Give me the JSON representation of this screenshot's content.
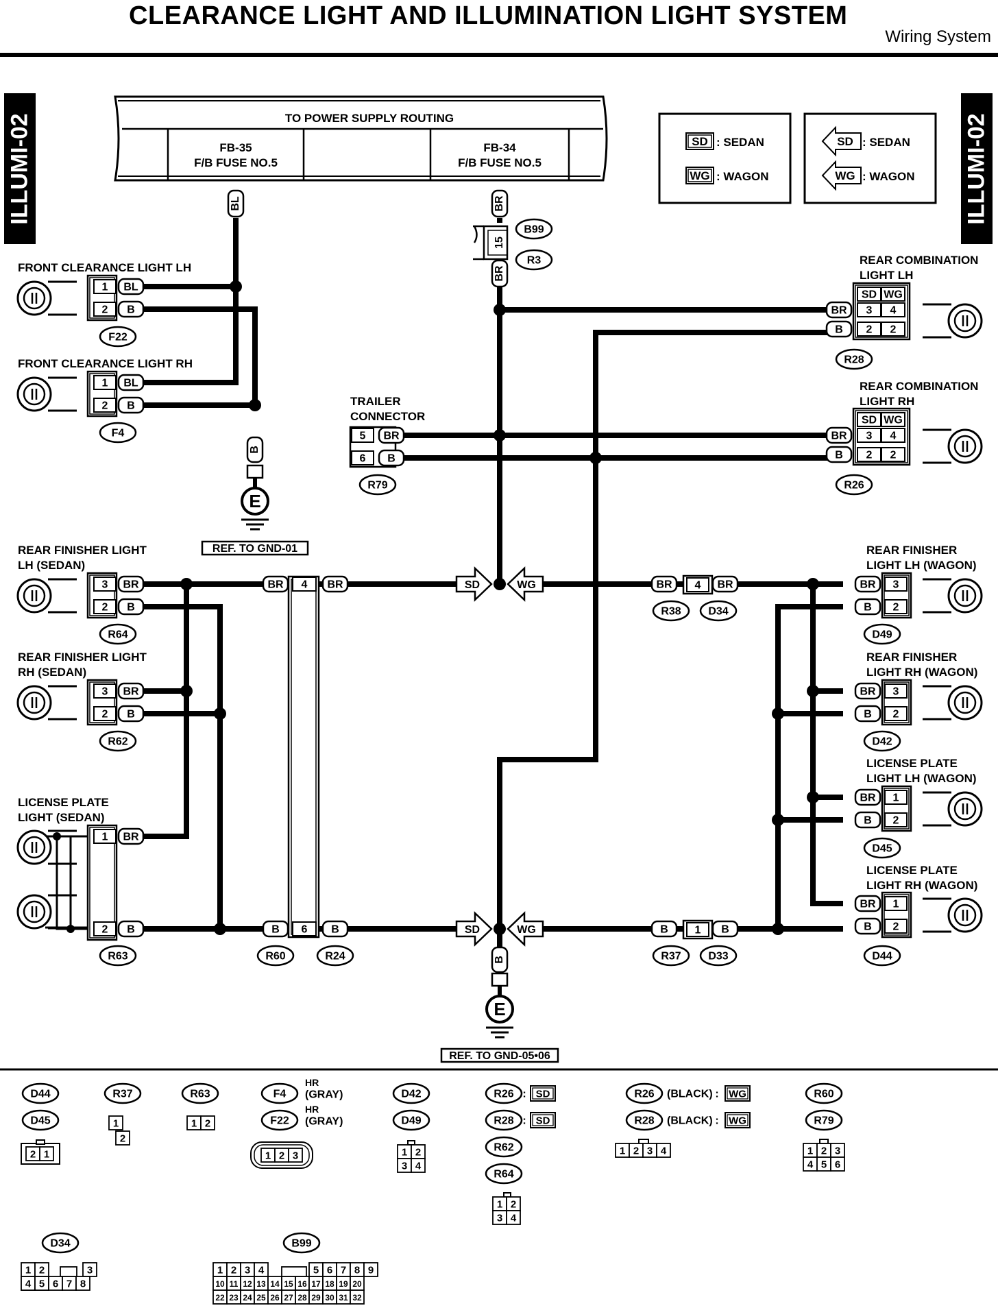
{
  "header": {
    "title": "CLEARANCE LIGHT AND ILLUMINATION LIGHT SYSTEM",
    "subtitle": "Wiring System"
  },
  "page_tabs": {
    "left": "ILLUMI-02",
    "right": "ILLUMI-02"
  },
  "power_box": {
    "title": "TO POWER SUPPLY ROUTING",
    "left_id": "FB-35",
    "left_name": "F/B FUSE NO.5",
    "right_id": "FB-34",
    "right_name": "F/B FUSE NO.5"
  },
  "legend": {
    "sd_code": "SD",
    "sd_text": ": SEDAN",
    "wg_code": "WG",
    "wg_text": ": WAGON"
  },
  "components": {
    "front_lh": "FRONT CLEARANCE LIGHT LH",
    "front_rh": "FRONT CLEARANCE LIGHT RH",
    "trailer_1": "TRAILER",
    "trailer_2": "CONNECTOR",
    "rear_combo_lh_1": "REAR COMBINATION",
    "rear_combo_lh_2": "LIGHT LH",
    "rear_combo_rh_1": "REAR COMBINATION",
    "rear_combo_rh_2": "LIGHT RH",
    "rear_fin_lh_sedan_1": "REAR FINISHER LIGHT",
    "rear_fin_lh_sedan_2": "LH (SEDAN)",
    "rear_fin_rh_sedan_1": "REAR FINISHER LIGHT",
    "rear_fin_rh_sedan_2": "RH (SEDAN)",
    "license_sedan_1": "LICENSE PLATE",
    "license_sedan_2": "LIGHT (SEDAN)",
    "rear_fin_lh_wagon_1": "REAR FINISHER",
    "rear_fin_lh_wagon_2": "LIGHT LH (WAGON)",
    "rear_fin_rh_wagon_1": "REAR FINISHER",
    "rear_fin_rh_wagon_2": "LIGHT RH (WAGON)",
    "license_lh_wagon_1": "LICENSE PLATE",
    "license_lh_wagon_2": "LIGHT LH (WAGON)",
    "license_rh_wagon_1": "LICENSE PLATE",
    "license_rh_wagon_2": "LIGHT RH (WAGON)"
  },
  "wires": {
    "bl": "BL",
    "br": "BR",
    "b": "B"
  },
  "pins": {
    "p1": "1",
    "p2": "2",
    "p3": "3",
    "p4": "4",
    "p5": "5",
    "p6": "6",
    "p15": "15"
  },
  "sd_wg_header": {
    "sd": "SD",
    "wg": "WG"
  },
  "connectors": {
    "b99": "B99",
    "r3": "R3",
    "f22": "F22",
    "f4": "F4",
    "r28": "R28",
    "r26": "R26",
    "r79": "R79",
    "r64": "R64",
    "r62": "R62",
    "r63": "R63",
    "r60": "R60",
    "r24": "R24",
    "r38": "R38",
    "d34": "D34",
    "r37": "R37",
    "d33": "D33",
    "d49": "D49",
    "d42": "D42",
    "d45": "D45",
    "d44": "D44"
  },
  "splice": {
    "sd": "SD",
    "wg": "WG"
  },
  "ground": {
    "symbol": "E",
    "ref1": "REF. TO GND-01",
    "ref2": "REF. TO GND-05•06"
  },
  "connector_key": {
    "d44": "D44",
    "d45": "D45",
    "r37": "R37",
    "r63": "R63",
    "f4": "F4",
    "f22": "F22",
    "hr": "HR",
    "gray": "(GRAY)",
    "d42": "D42",
    "d49": "D49",
    "r26": "R26",
    "r28": "R28",
    "r62": "R62",
    "r64": "R64",
    "sd": "SD",
    "wg": "WG",
    "black": "(BLACK)",
    "r60": "R60",
    "r79": "R79",
    "d34": "D34",
    "b99": "B99",
    "colon": ":"
  }
}
